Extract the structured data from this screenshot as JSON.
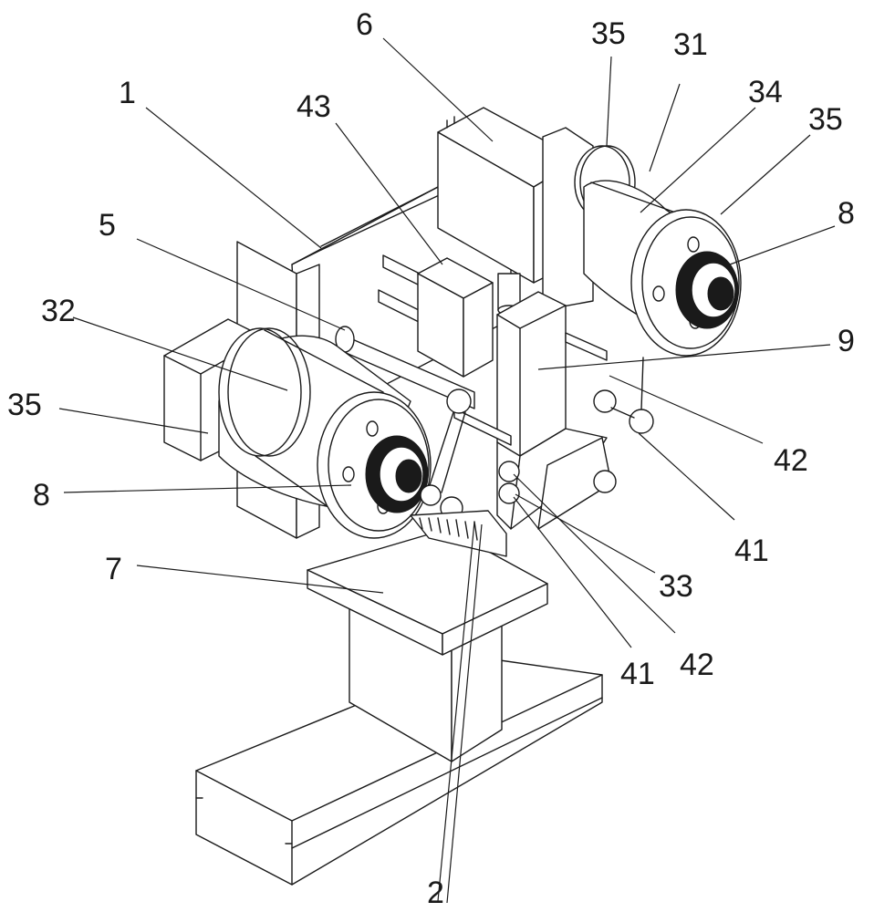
{
  "labels": {
    "l1": "1",
    "l2": "2",
    "l5": "5",
    "l6": "6",
    "l7": "7",
    "l8_left": "8",
    "l8_right": "8",
    "l9": "9",
    "l31": "31",
    "l32": "32",
    "l33": "33",
    "l34": "34",
    "l35_top": "35",
    "l35_right": "35",
    "l35_left": "35",
    "l41_right": "41",
    "l41_bottom": "41",
    "l42_right": "42",
    "l42_bottom": "42",
    "l43": "43"
  },
  "colors": {
    "line": "#1a1a1a",
    "background": "#ffffff"
  }
}
